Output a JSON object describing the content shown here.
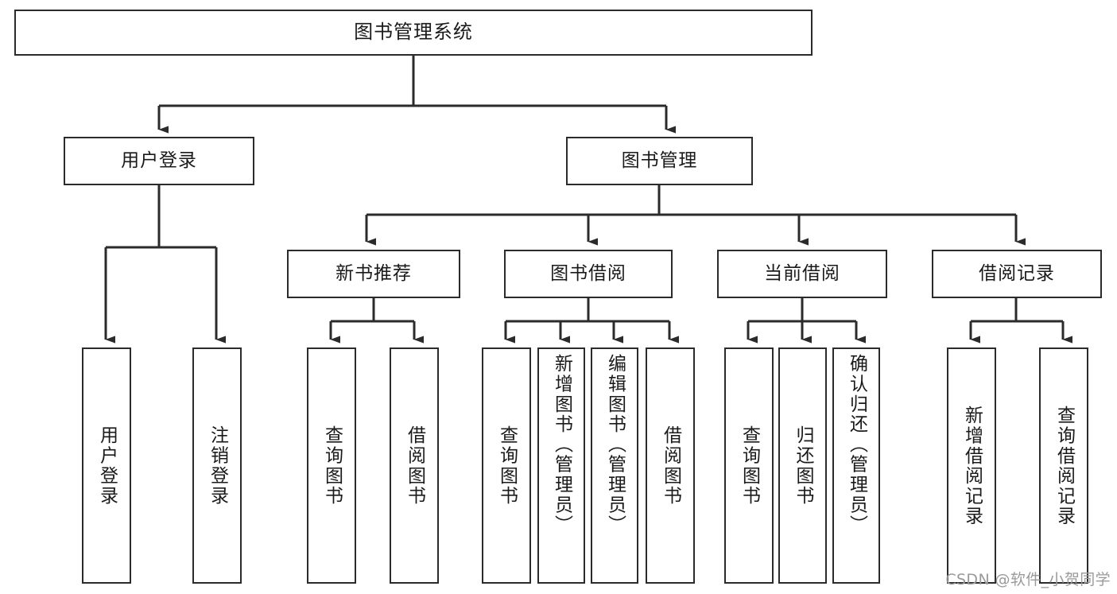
{
  "diagram": {
    "title": "图书管理系统",
    "type": "tree-hierarchy-chart",
    "levels": [
      {
        "level": 1,
        "nodes": [
          {
            "id": "root",
            "label": "图书管理系统",
            "orientation": "horizontal"
          }
        ]
      },
      {
        "level": 2,
        "nodes": [
          {
            "id": "user-login",
            "label": "用户登录",
            "orientation": "horizontal"
          },
          {
            "id": "book-manage",
            "label": "图书管理",
            "orientation": "horizontal"
          }
        ]
      },
      {
        "level": 3,
        "nodes": [
          {
            "id": "new-book-rec",
            "label": "新书推荐",
            "orientation": "horizontal"
          },
          {
            "id": "book-borrow",
            "label": "图书借阅",
            "orientation": "horizontal"
          },
          {
            "id": "current-borrow",
            "label": "当前借阅",
            "orientation": "horizontal"
          },
          {
            "id": "borrow-record",
            "label": "借阅记录",
            "orientation": "horizontal"
          }
        ]
      },
      {
        "level": 4,
        "nodes": [
          {
            "id": "leaf-user-login",
            "label": "用户登录",
            "orientation": "vertical",
            "parent": "user-login"
          },
          {
            "id": "leaf-user-logout",
            "label": "注销登录",
            "orientation": "vertical",
            "parent": "user-login"
          },
          {
            "id": "leaf-query-book-1",
            "label": "查询图书",
            "orientation": "vertical",
            "parent": "new-book-rec"
          },
          {
            "id": "leaf-borrow-book-1",
            "label": "借阅图书",
            "orientation": "vertical",
            "parent": "new-book-rec"
          },
          {
            "id": "leaf-query-book-2",
            "label": "查询图书",
            "orientation": "vertical",
            "parent": "book-borrow"
          },
          {
            "id": "leaf-add-book",
            "label": "新增图书（管理员）",
            "orientation": "vertical",
            "parent": "book-borrow"
          },
          {
            "id": "leaf-edit-book",
            "label": "编辑图书（管理员）",
            "orientation": "vertical",
            "parent": "book-borrow"
          },
          {
            "id": "leaf-borrow-book-2",
            "label": "借阅图书",
            "orientation": "vertical",
            "parent": "book-borrow"
          },
          {
            "id": "leaf-query-book-3",
            "label": "查询图书",
            "orientation": "vertical",
            "parent": "current-borrow"
          },
          {
            "id": "leaf-return-book",
            "label": "归还图书",
            "orientation": "vertical",
            "parent": "current-borrow"
          },
          {
            "id": "leaf-confirm-return",
            "label": "确认归还（管理员）",
            "orientation": "vertical",
            "parent": "current-borrow"
          },
          {
            "id": "leaf-add-record",
            "label": "新增借阅记录",
            "orientation": "vertical",
            "parent": "borrow-record"
          },
          {
            "id": "leaf-query-record",
            "label": "查询借阅记录",
            "orientation": "vertical",
            "parent": "borrow-record"
          }
        ]
      }
    ],
    "colors": {
      "border": "#2b2b2b",
      "edge": "#2b2b2b",
      "background": "#ffffff",
      "text": "#1a1a1a",
      "watermark": "#9a9a9a"
    }
  },
  "watermark": {
    "text": "CSDN @软件_小贺同学"
  }
}
